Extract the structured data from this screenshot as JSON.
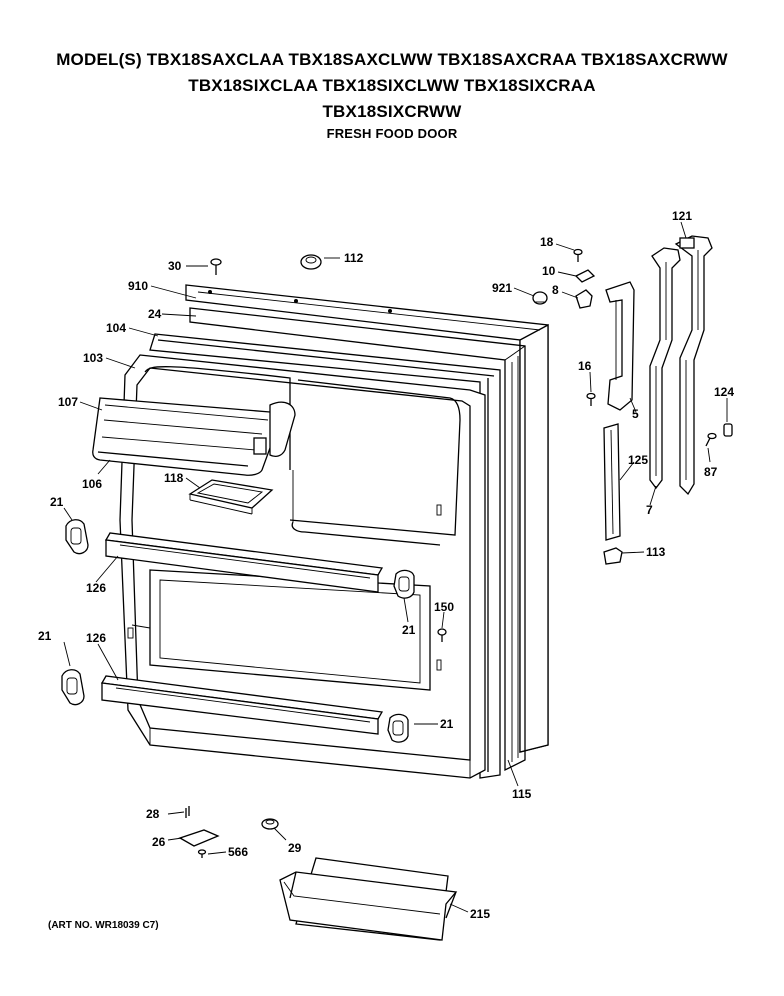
{
  "header": {
    "line1": "MODEL(S) TBX18SAXCLAA TBX18SAXCLWW TBX18SAXCRAA TBX18SAXCRWW",
    "line2": "TBX18SIXCLAA TBX18SIXCLWW TBX18SIXCRAA",
    "line3": "TBX18SIXCRWW",
    "subtitle": "FRESH FOOD DOOR"
  },
  "art_number": "(ART NO. WR18039 C7)",
  "callouts": {
    "c121": "121",
    "c18": "18",
    "c30": "30",
    "c112": "112",
    "c10": "10",
    "c8": "8",
    "c921": "921",
    "c910": "910",
    "c24": "24",
    "c104": "104",
    "c103": "103",
    "c16": "16",
    "c5": "5",
    "c124": "124",
    "c107": "107",
    "c125": "125",
    "c87": "87",
    "c106": "106",
    "c118": "118",
    "c7": "7",
    "c21a": "21",
    "c113": "113",
    "c126a": "126",
    "c150": "150",
    "c21b": "21",
    "c21c": "21",
    "c126b": "126",
    "c21d": "21",
    "c115": "115",
    "c28": "28",
    "c26": "26",
    "c566": "566",
    "c29": "29",
    "c215": "215"
  }
}
